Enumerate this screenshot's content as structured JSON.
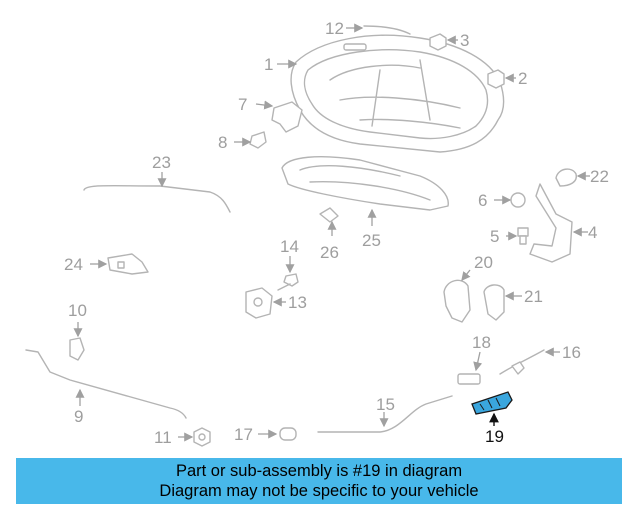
{
  "labels": {
    "p1": "1",
    "p2": "2",
    "p3": "3",
    "p4": "4",
    "p5": "5",
    "p6": "6",
    "p7": "7",
    "p8": "8",
    "p9": "9",
    "p10": "10",
    "p11": "11",
    "p12": "12",
    "p13": "13",
    "p14": "14",
    "p15": "15",
    "p16": "16",
    "p17": "17",
    "p18": "18",
    "p19": "19",
    "p20": "20",
    "p21": "21",
    "p22": "22",
    "p23": "23",
    "p24": "24",
    "p25": "25",
    "p26": "26"
  },
  "highlighted_part": "19",
  "colors": {
    "highlight": "#3aa6de",
    "banner": "#48b8ea",
    "parts": "#b4b4b4"
  },
  "banner": {
    "line1": "Part or sub-assembly is #19 in diagram",
    "line2": "Diagram may not be specific to your vehicle"
  }
}
